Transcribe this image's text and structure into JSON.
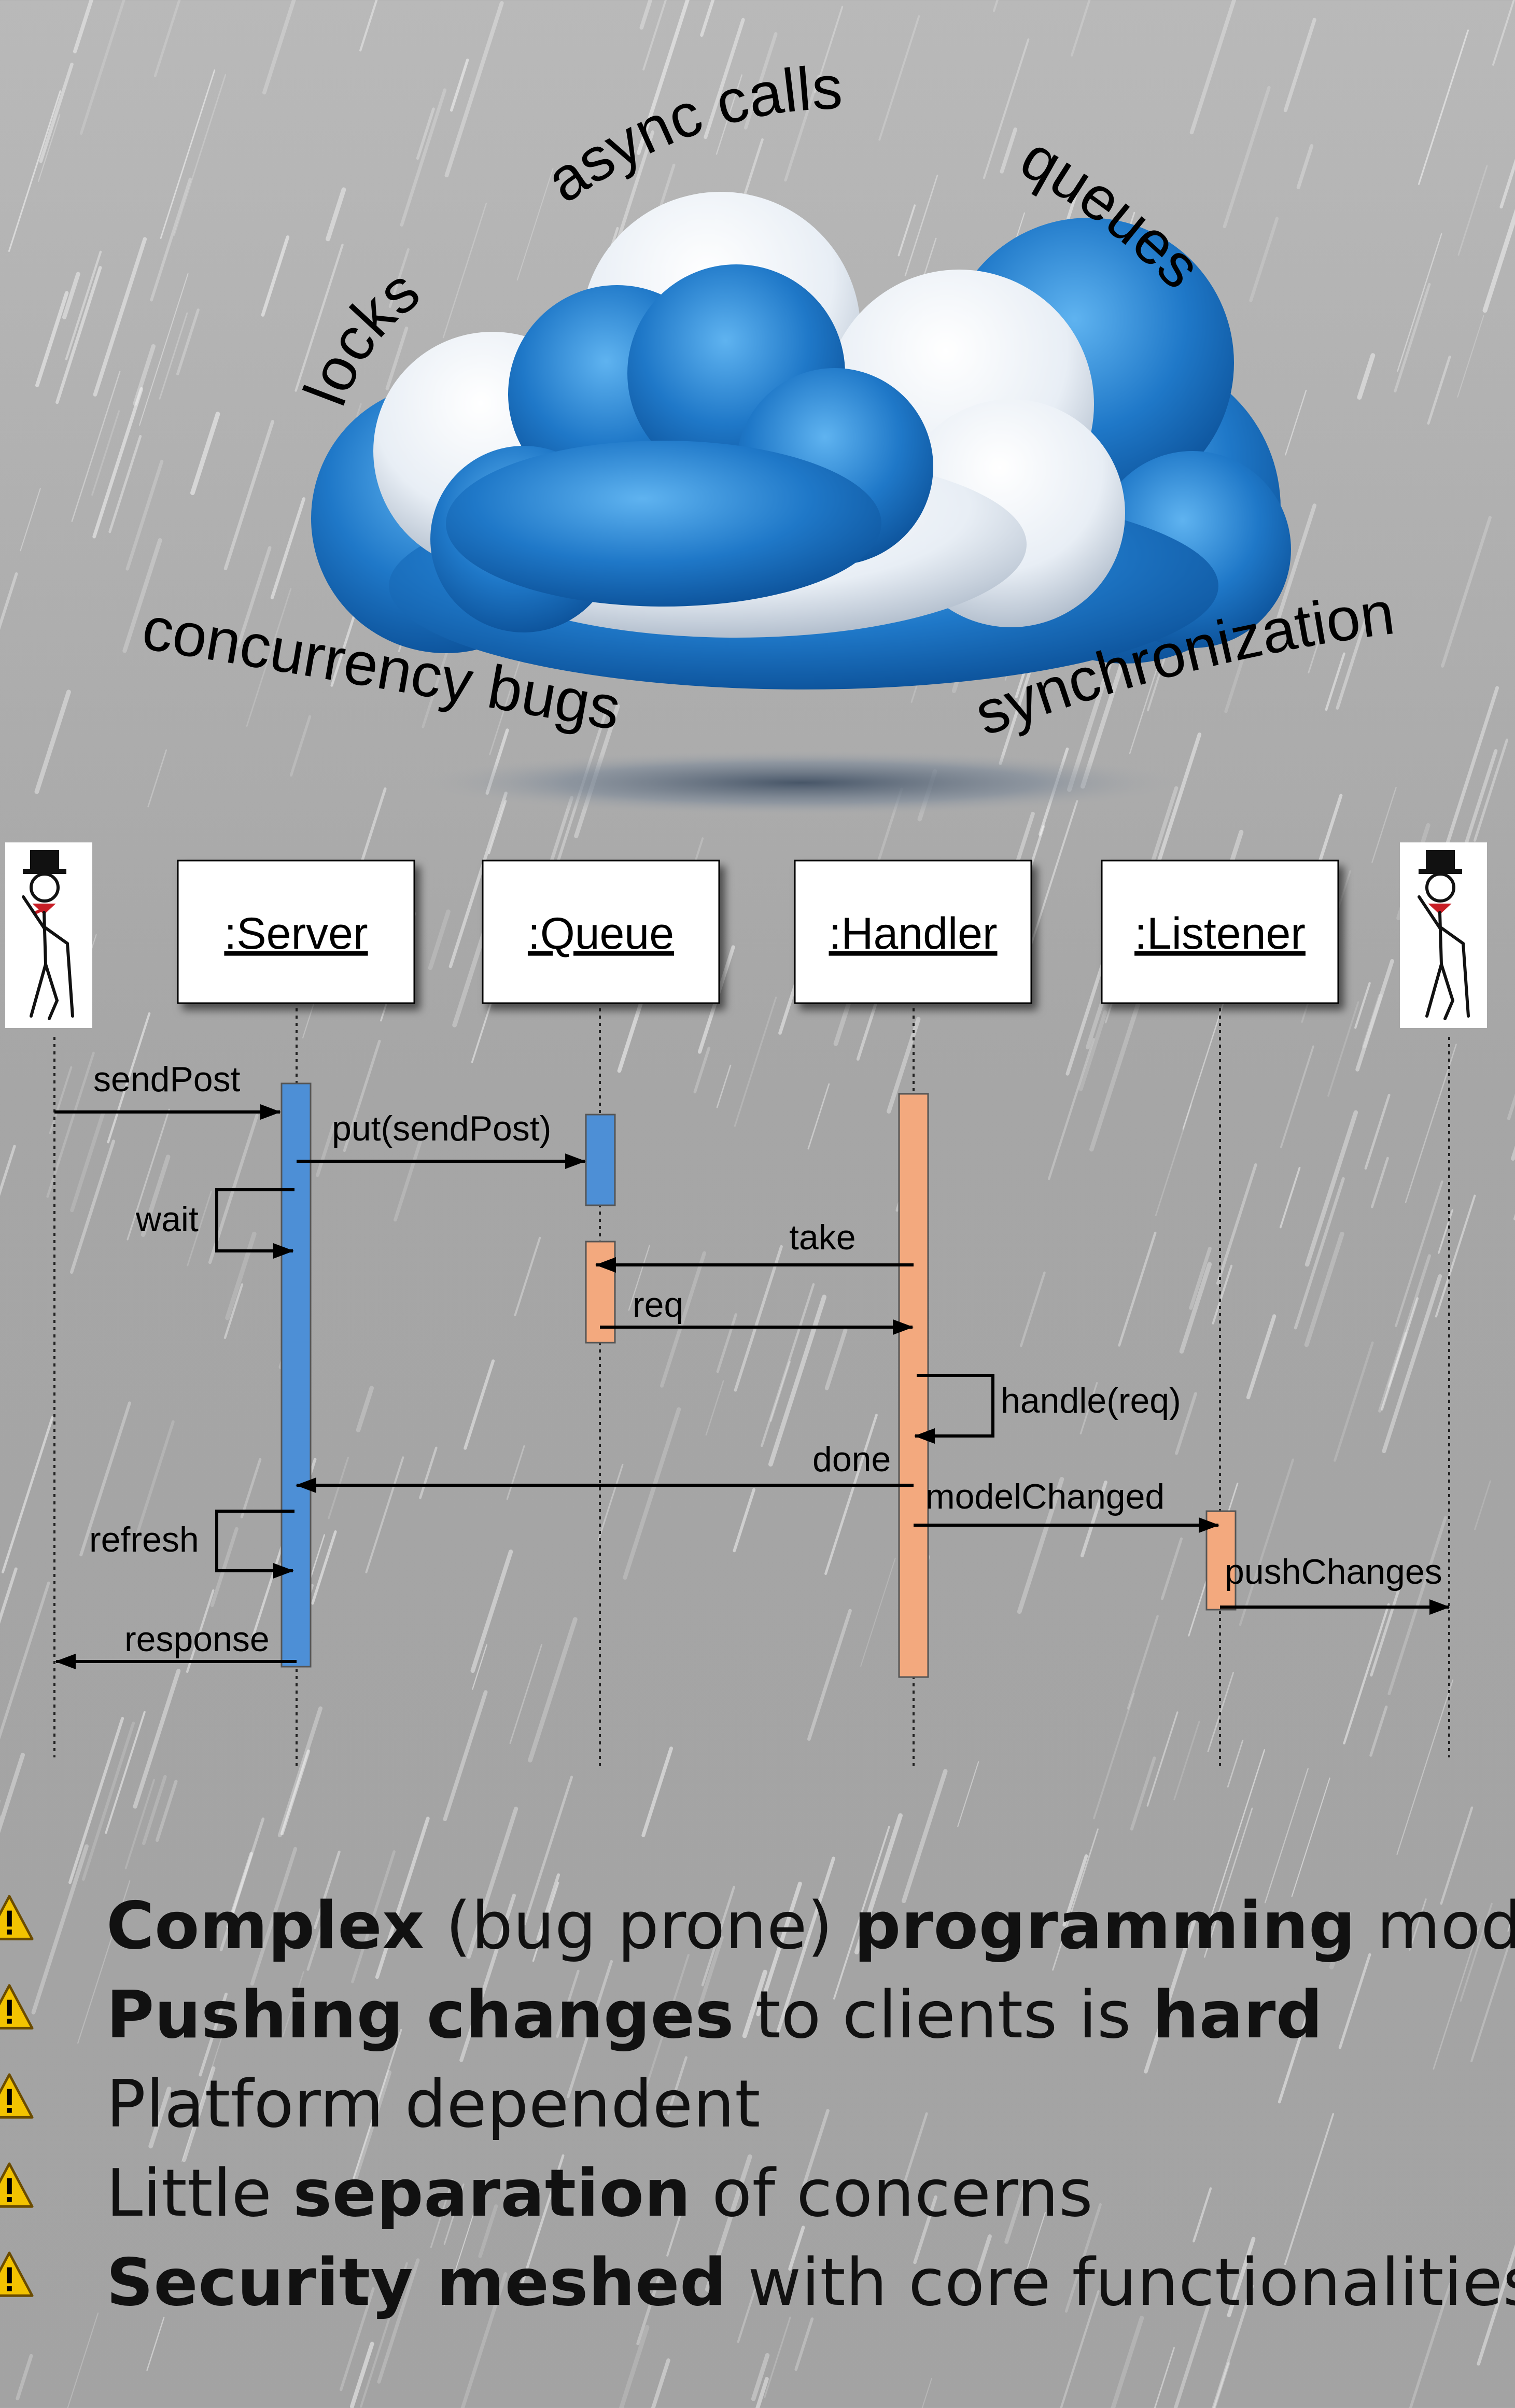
{
  "cloud_words": {
    "async_calls": "async calls",
    "locks": "locks",
    "queues": "queues",
    "concurrency_bugs": "concurrency bugs",
    "synchronization": "synchronization"
  },
  "lifelines": {
    "server": ":Server",
    "queue": ":Queue",
    "handler": ":Handler",
    "listener": ":Listener"
  },
  "messages": {
    "send_post": "sendPost",
    "put": "put(sendPost)",
    "wait": "wait",
    "take": "take",
    "req": "req",
    "handle": "handle(req)",
    "done": "done",
    "model_changed": "modelChanged",
    "refresh": "refresh",
    "push_changes": "pushChanges",
    "response": "response"
  },
  "colors": {
    "activation_blue": "#4d8fd6",
    "activation_orange": "#f3a97e",
    "cloud_blue": "#1f78c8",
    "warning_yellow": "#f3c300"
  },
  "icons": {
    "actor": "stick-figure-gentleman-icon",
    "bullet": "warning-triangle-icon"
  },
  "bullets": [
    [
      {
        "t": "Complex",
        "b": true
      },
      {
        "t": " (bug prone) ",
        "b": false
      },
      {
        "t": "programming",
        "b": true
      },
      {
        "t": " model",
        "b": false
      }
    ],
    [
      {
        "t": "Pushing changes",
        "b": true
      },
      {
        "t": " to clients is ",
        "b": false
      },
      {
        "t": "hard",
        "b": true
      }
    ],
    [
      {
        "t": "Platform dependent",
        "b": false
      }
    ],
    [
      {
        "t": "Little ",
        "b": false
      },
      {
        "t": "separation",
        "b": true
      },
      {
        "t": " of concerns",
        "b": false
      }
    ],
    [
      {
        "t": "Security meshed",
        "b": true
      },
      {
        "t": " with core functionalities",
        "b": false
      }
    ]
  ]
}
